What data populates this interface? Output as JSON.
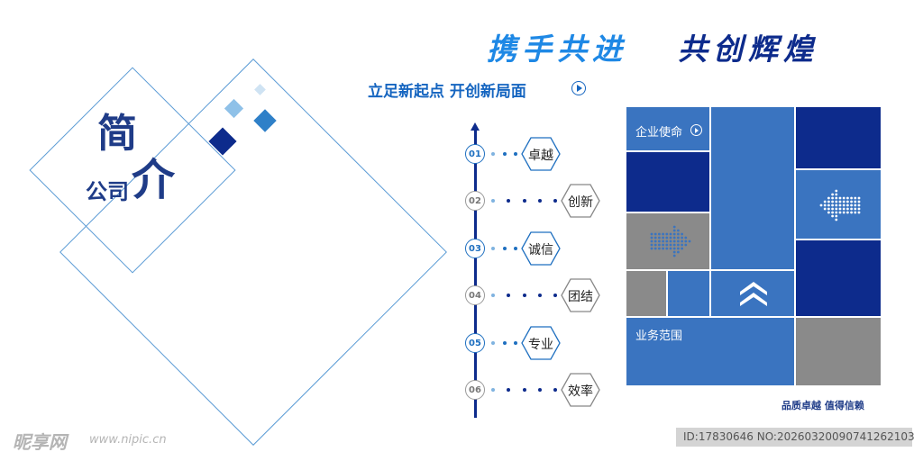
{
  "heading": {
    "char_big_1": "简",
    "char_small": "公司",
    "char_big_2": "介"
  },
  "slogan": {
    "part1": "携手共进",
    "part2": "共创辉煌"
  },
  "subtitle": "立足新起点 开创新局面",
  "timeline": [
    {
      "num": "01",
      "label": "卓越",
      "style": "blue"
    },
    {
      "num": "02",
      "label": "创新",
      "style": "gray"
    },
    {
      "num": "03",
      "label": "诚信",
      "style": "blue"
    },
    {
      "num": "04",
      "label": "团结",
      "style": "gray"
    },
    {
      "num": "05",
      "label": "专业",
      "style": "blue"
    },
    {
      "num": "06",
      "label": "效率",
      "style": "gray"
    }
  ],
  "grid": {
    "mission_label": "企业使命",
    "scope_label": "业务范围"
  },
  "footer_text": "品质卓越  值得信赖",
  "watermark": {
    "logo": "昵享网",
    "url": "www.nipic.cn",
    "id_text": "ID:17830646 NO:20260320090741262103"
  },
  "colors": {
    "navy": "#0d2b8c",
    "mid_blue": "#3a74c0",
    "gray": "#8a8a8a",
    "light_blue": "#5b9bd5"
  }
}
